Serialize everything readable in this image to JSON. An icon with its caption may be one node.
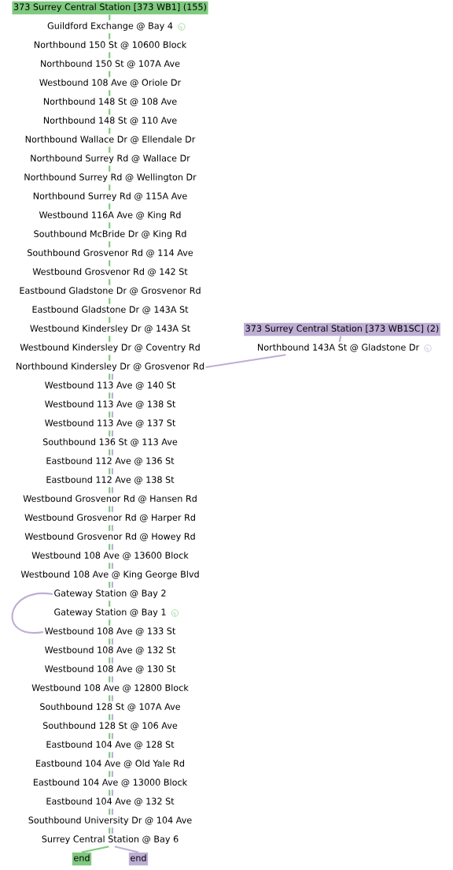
{
  "diagram": {
    "nodes": [
      {
        "text": [
          "373 Surrey Central Station [373 WB1] (155)"
        ]
      },
      {
        "text": [
          "Guildford Exchange @ Bay 4"
        ]
      },
      {
        "text": [
          "Northbound 150 St @ 10600 Block"
        ]
      },
      {
        "text": [
          "Northbound 150 St @ 107A Ave"
        ]
      },
      {
        "text": [
          "Westbound 108 Ave @ Oriole Dr"
        ]
      },
      {
        "text": [
          "Northbound 148 St @ 108 Ave"
        ]
      },
      {
        "text": [
          "Northbound 148 St @ 110 Ave"
        ]
      },
      {
        "text": [
          "Northbound Wallace Dr @ Ellendale Dr"
        ]
      },
      {
        "text": [
          "Northbound Surrey Rd @ Wallace Dr"
        ]
      },
      {
        "text": [
          "Northbound Surrey Rd @ Wellington Dr"
        ]
      },
      {
        "text": [
          "Northbound Surrey Rd @ 115A Ave"
        ]
      },
      {
        "text": [
          "Westbound 116A Ave @ King Rd"
        ]
      },
      {
        "text": [
          "Southbound McBride Dr @ King Rd"
        ]
      },
      {
        "text": [
          "Southbound Grosvenor Rd @ 114 Ave"
        ]
      },
      {
        "text": [
          "Westbound Grosvenor Rd @ 142 St"
        ]
      },
      {
        "text": [
          "Eastbound Gladstone Dr @ Grosvenor Rd"
        ]
      },
      {
        "text": [
          "Eastbound Gladstone Dr @ 143A St"
        ]
      },
      {
        "text": [
          "Westbound Kindersley Dr @ 143A St"
        ]
      },
      {
        "text": [
          "373 Surrey Central Station [373 WB1SC] (2)"
        ]
      },
      {
        "text": [
          "Northbound 143A St @ Gladstone Dr"
        ]
      },
      {
        "text": [
          "Westbound Kindersley Dr @ Coventry Rd"
        ]
      },
      {
        "text": [
          "Northbound Kindersley Dr @ Grosvenor Rd"
        ]
      },
      {
        "text": [
          "Westbound 113 Ave @ 140 St"
        ]
      },
      {
        "text": [
          "Westbound 113 Ave @ 138 St"
        ]
      },
      {
        "text": [
          "Westbound 113 Ave @ 137 St"
        ]
      },
      {
        "text": [
          "Southbound 136 St @ 113 Ave"
        ]
      },
      {
        "text": [
          "Eastbound 112 Ave @ 136 St"
        ]
      },
      {
        "text": [
          "Eastbound 112 Ave @ 138 St"
        ]
      },
      {
        "text": [
          "Westbound Grosvenor Rd @ Hansen Rd"
        ]
      },
      {
        "text": [
          "Westbound Grosvenor Rd @ Harper Rd"
        ]
      },
      {
        "text": [
          "Westbound Grosvenor Rd @ Howey Rd"
        ]
      },
      {
        "text": [
          "Westbound 108 Ave @ 13600 Block"
        ]
      },
      {
        "text": [
          "Westbound 108 Ave @ King George Blvd"
        ]
      },
      {
        "text": [
          "Gateway Station @ Bay 2"
        ]
      },
      {
        "text": [
          "Gateway Station @ Bay 1"
        ]
      },
      {
        "text": [
          "Westbound 108 Ave @ 133 St"
        ]
      },
      {
        "text": [
          "Westbound 108 Ave @ 132 St"
        ]
      },
      {
        "text": [
          "Westbound 108 Ave @ 130 St"
        ]
      },
      {
        "text": [
          "Westbound 108 Ave @ 12800 Block"
        ]
      },
      {
        "text": [
          "Southbound 128 St @ 107A Ave"
        ]
      },
      {
        "text": [
          "Southbound 128 St @ 106 Ave"
        ]
      },
      {
        "text": [
          "Eastbound 104 Ave @ 128 St"
        ]
      },
      {
        "text": [
          "Eastbound 104 Ave @ Old Yale Rd"
        ]
      },
      {
        "text": [
          "Eastbound 104 Ave @ 13000 Block"
        ]
      },
      {
        "text": [
          "Eastbound 104 Ave @ 132 St"
        ]
      },
      {
        "text": [
          "Southbound University Dr @ 104 Ave"
        ]
      },
      {
        "text": [
          "Surrey Central Station @ Bay 6"
        ]
      },
      {
        "text": [
          "end"
        ]
      },
      {
        "text": [
          "end"
        ]
      }
    ],
    "edges": [
      {
        "from": 0,
        "to": 1,
        "arrow": "none"
      },
      {
        "from": 1,
        "to": 2,
        "arrow": "none"
      },
      {
        "from": 2,
        "to": 3,
        "arrow": "none"
      },
      {
        "from": 3,
        "to": 4,
        "arrow": "none"
      },
      {
        "from": 4,
        "to": 5,
        "arrow": "none"
      },
      {
        "from": 5,
        "to": 6,
        "arrow": "none"
      },
      {
        "from": 6,
        "to": 7,
        "arrow": "none"
      },
      {
        "from": 7,
        "to": 8,
        "arrow": "none"
      },
      {
        "from": 8,
        "to": 9,
        "arrow": "none"
      },
      {
        "from": 9,
        "to": 10,
        "arrow": "none"
      },
      {
        "from": 10,
        "to": 11,
        "arrow": "none"
      },
      {
        "from": 11,
        "to": 12,
        "arrow": "none"
      },
      {
        "from": 12,
        "to": 13,
        "arrow": "none"
      },
      {
        "from": 13,
        "to": 14,
        "arrow": "none"
      },
      {
        "from": 14,
        "to": 15,
        "arrow": "none"
      },
      {
        "from": 15,
        "to": 16,
        "arrow": "none"
      },
      {
        "from": 16,
        "to": 17,
        "arrow": "none"
      },
      {
        "from": 17,
        "to": 20,
        "arrow": "none"
      },
      {
        "from": 20,
        "to": 21,
        "arrow": "none"
      },
      {
        "from": 21,
        "to": 22,
        "arrow": "none"
      },
      {
        "from": 22,
        "to": 23,
        "arrow": "none"
      },
      {
        "from": 23,
        "to": 24,
        "arrow": "none"
      },
      {
        "from": 24,
        "to": 25,
        "arrow": "none"
      },
      {
        "from": 25,
        "to": 26,
        "arrow": "none"
      },
      {
        "from": 26,
        "to": 27,
        "arrow": "none"
      },
      {
        "from": 27,
        "to": 28,
        "arrow": "none"
      },
      {
        "from": 28,
        "to": 29,
        "arrow": "none"
      },
      {
        "from": 29,
        "to": 30,
        "arrow": "none"
      },
      {
        "from": 30,
        "to": 31,
        "arrow": "none"
      },
      {
        "from": 31,
        "to": 32,
        "arrow": "none"
      },
      {
        "from": 32,
        "to": 33,
        "arrow": "none"
      },
      {
        "from": 33,
        "to": 34,
        "arrow": "none"
      },
      {
        "from": 34,
        "to": 35,
        "arrow": "none"
      },
      {
        "from": 35,
        "to": 36,
        "arrow": "none"
      },
      {
        "from": 36,
        "to": 37,
        "arrow": "none"
      },
      {
        "from": 37,
        "to": 38,
        "arrow": "none"
      },
      {
        "from": 38,
        "to": 39,
        "arrow": "none"
      },
      {
        "from": 39,
        "to": 40,
        "arrow": "none"
      },
      {
        "from": 40,
        "to": 41,
        "arrow": "none"
      },
      {
        "from": 41,
        "to": 42,
        "arrow": "none"
      },
      {
        "from": 42,
        "to": 43,
        "arrow": "none"
      },
      {
        "from": 43,
        "to": 44,
        "arrow": "none"
      },
      {
        "from": 44,
        "to": 45,
        "arrow": "none"
      },
      {
        "from": 45,
        "to": 46,
        "arrow": "none"
      },
      {
        "from": 46,
        "to": 47,
        "arrow": "none"
      },
      {
        "from": 18,
        "to": 19,
        "arrow": "none",
        "color": "#beaed4"
      },
      {
        "from": 19,
        "to": 21,
        "arrow": "none",
        "color": "#beaed4"
      },
      {
        "from": 21,
        "to": 22,
        "arrow": "none",
        "color": "#beaed4"
      },
      {
        "from": 22,
        "to": 23,
        "arrow": "none",
        "color": "#beaed4"
      },
      {
        "from": 23,
        "to": 24,
        "arrow": "none",
        "color": "#beaed4"
      },
      {
        "from": 24,
        "to": 25,
        "arrow": "none",
        "color": "#beaed4"
      },
      {
        "from": 25,
        "to": 26,
        "arrow": "none",
        "color": "#beaed4"
      },
      {
        "from": 26,
        "to": 27,
        "arrow": "none",
        "color": "#beaed4"
      },
      {
        "from": 27,
        "to": 28,
        "arrow": "none",
        "color": "#beaed4"
      },
      {
        "from": 28,
        "to": 29,
        "arrow": "none",
        "color": "#beaed4"
      },
      {
        "from": 29,
        "to": 30,
        "arrow": "none",
        "color": "#beaed4"
      },
      {
        "from": 30,
        "to": 31,
        "arrow": "none",
        "color": "#beaed4"
      },
      {
        "from": 31,
        "to": 32,
        "arrow": "none",
        "color": "#beaed4"
      },
      {
        "from": 32,
        "to": 33,
        "arrow": "none",
        "color": "#beaed4"
      },
      {
        "from": 33,
        "to": 35,
        "arrow": "none",
        "color": "#beaed4"
      },
      {
        "from": 35,
        "to": 36,
        "arrow": "none",
        "color": "#beaed4"
      },
      {
        "from": 36,
        "to": 37,
        "arrow": "none",
        "color": "#beaed4"
      },
      {
        "from": 37,
        "to": 38,
        "arrow": "none",
        "color": "#beaed4"
      },
      {
        "from": 38,
        "to": 39,
        "arrow": "none",
        "color": "#beaed4"
      },
      {
        "from": 39,
        "to": 40,
        "arrow": "none",
        "color": "#beaed4"
      },
      {
        "from": 40,
        "to": 41,
        "arrow": "none",
        "color": "#beaed4"
      },
      {
        "from": 41,
        "to": 42,
        "arrow": "none",
        "color": "#beaed4"
      },
      {
        "from": 42,
        "to": 43,
        "arrow": "none",
        "color": "#beaed4"
      },
      {
        "from": 43,
        "to": 44,
        "arrow": "none",
        "color": "#beaed4"
      },
      {
        "from": 44,
        "to": 45,
        "arrow": "none",
        "color": "#beaed4"
      },
      {
        "from": 45,
        "to": 46,
        "arrow": "none",
        "color": "#beaed4"
      },
      {
        "from": 46,
        "to": 48,
        "arrow": "none",
        "color": "#beaed4"
      }
    ]
  }
}
